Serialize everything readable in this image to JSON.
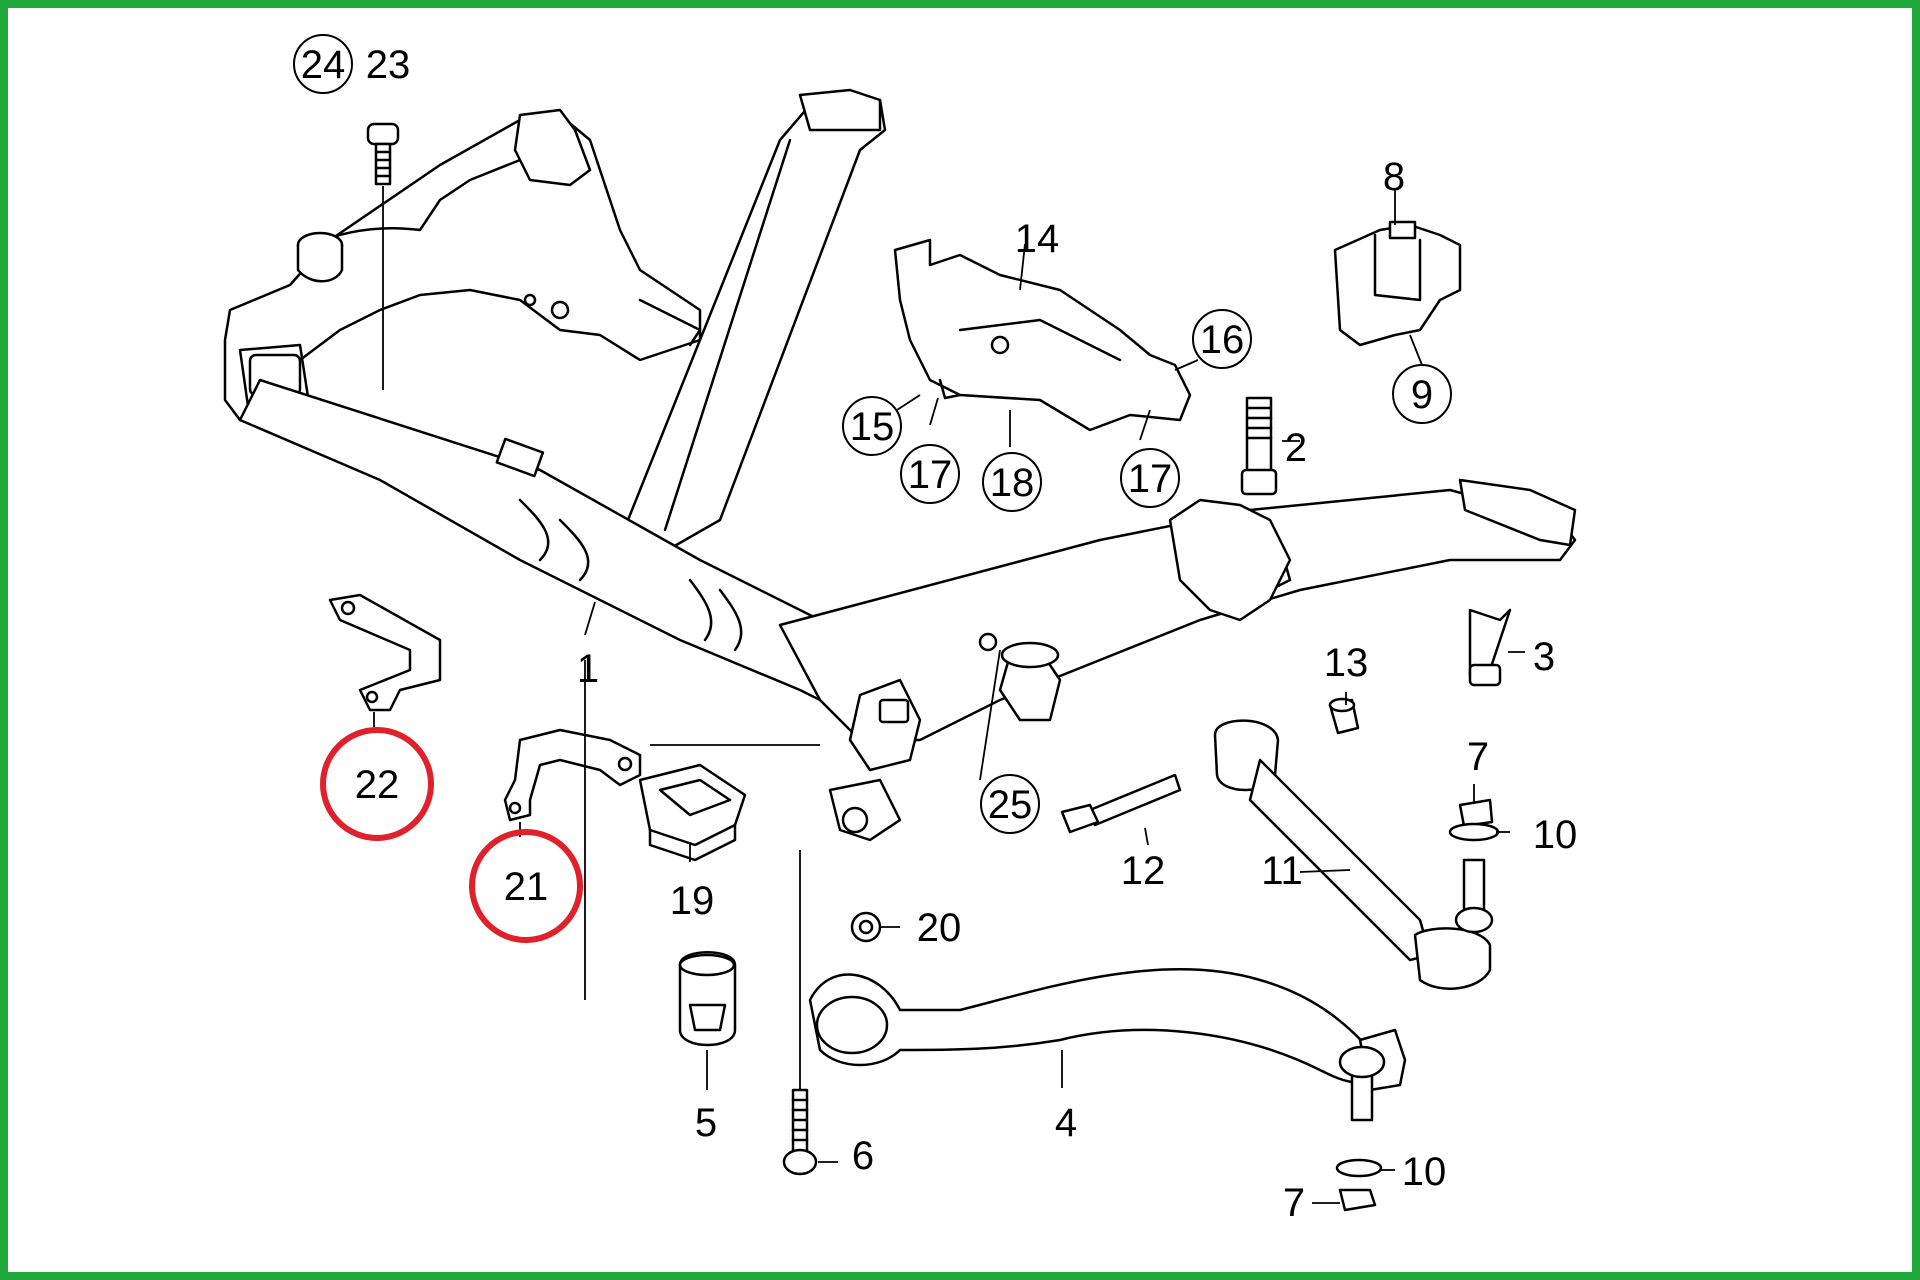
{
  "diagram": {
    "border_color": "#1fa83a",
    "highlight_color": "#e0202a",
    "line_color": "#000000",
    "callouts": [
      {
        "id": "c24",
        "label": "24",
        "circled": true
      },
      {
        "id": "c23",
        "label": "23",
        "circled": false
      },
      {
        "id": "c14",
        "label": "14",
        "circled": false
      },
      {
        "id": "c8",
        "label": "8",
        "circled": false
      },
      {
        "id": "c16",
        "label": "16",
        "circled": true
      },
      {
        "id": "c9",
        "label": "9",
        "circled": true
      },
      {
        "id": "c15",
        "label": "15",
        "circled": true
      },
      {
        "id": "c17a",
        "label": "17",
        "circled": true
      },
      {
        "id": "c18",
        "label": "18",
        "circled": true
      },
      {
        "id": "c17b",
        "label": "17",
        "circled": true
      },
      {
        "id": "c2",
        "label": "2",
        "circled": false
      },
      {
        "id": "c3",
        "label": "3",
        "circled": false
      },
      {
        "id": "c1",
        "label": "1",
        "circled": false
      },
      {
        "id": "c13",
        "label": "13",
        "circled": false
      },
      {
        "id": "c22",
        "label": "22",
        "circled": false,
        "highlighted": true
      },
      {
        "id": "c21",
        "label": "21",
        "circled": false,
        "highlighted": true
      },
      {
        "id": "c25",
        "label": "25",
        "circled": true
      },
      {
        "id": "c7a",
        "label": "7",
        "circled": false
      },
      {
        "id": "c10a",
        "label": "10",
        "circled": false
      },
      {
        "id": "c19",
        "label": "19",
        "circled": false
      },
      {
        "id": "c12",
        "label": "12",
        "circled": false
      },
      {
        "id": "c11",
        "label": "11",
        "circled": false
      },
      {
        "id": "c20",
        "label": "20",
        "circled": false
      },
      {
        "id": "c5",
        "label": "5",
        "circled": false
      },
      {
        "id": "c4",
        "label": "4",
        "circled": false
      },
      {
        "id": "c6",
        "label": "6",
        "circled": false
      },
      {
        "id": "c10b",
        "label": "10",
        "circled": false
      },
      {
        "id": "c7b",
        "label": "7",
        "circled": false
      }
    ]
  }
}
